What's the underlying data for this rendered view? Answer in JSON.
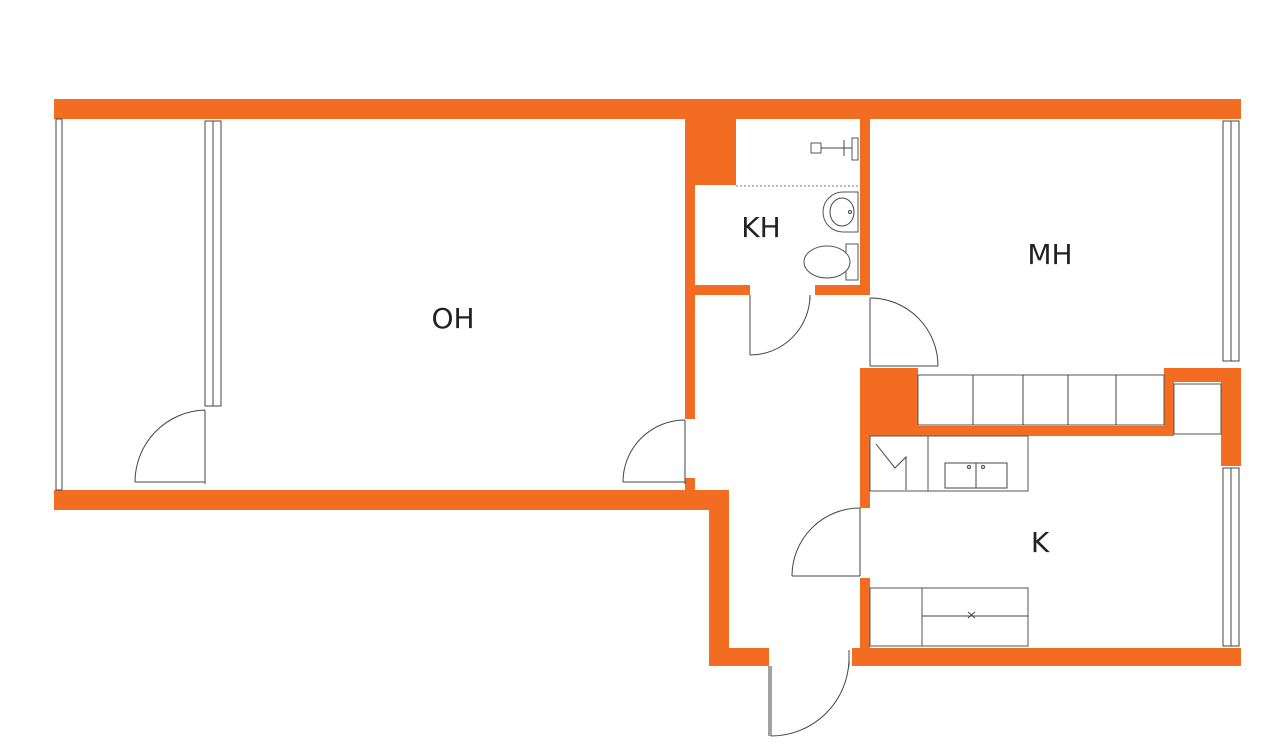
{
  "colors": {
    "wall": "#f26c21",
    "line": "#444444",
    "background": "#ffffff"
  },
  "rooms": {
    "living_room": "OH",
    "bathroom": "KH",
    "bedroom": "MH",
    "kitchen": "K"
  }
}
